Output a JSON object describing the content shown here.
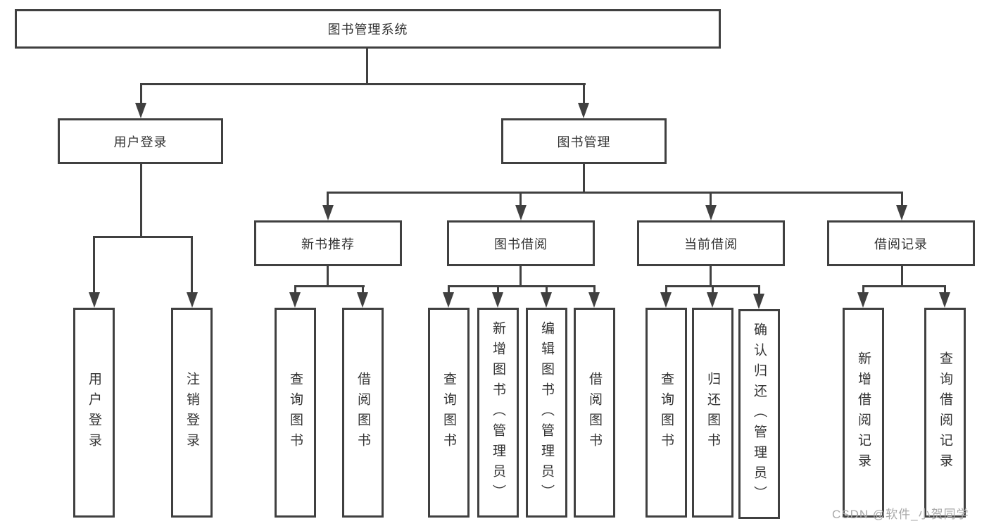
{
  "diagram": {
    "root": {
      "label": "图书管理系统"
    },
    "level2": [
      {
        "label": "用户登录"
      },
      {
        "label": "图书管理"
      }
    ],
    "level3": [
      {
        "label": "新书推荐"
      },
      {
        "label": "图书借阅"
      },
      {
        "label": "当前借阅"
      },
      {
        "label": "借阅记录"
      }
    ],
    "leaves": {
      "user_login": [
        "用户登录",
        "注销登录"
      ],
      "new_books": [
        "查询图书",
        "借阅图书"
      ],
      "borrowing": [
        "查询图书",
        "新增图书（管理员）",
        "编辑图书（管理员）",
        "借阅图书"
      ],
      "current": [
        "查询图书",
        "归还图书",
        "确认归还（管理员）"
      ],
      "records": [
        "新增借阅记录",
        "查询借阅记录"
      ]
    },
    "watermark": "CSDN @软件_小贺同学",
    "colors": {
      "line": "#404040",
      "text": "#333333",
      "watermark": "#a9a9a9",
      "background": "#ffffff"
    }
  }
}
